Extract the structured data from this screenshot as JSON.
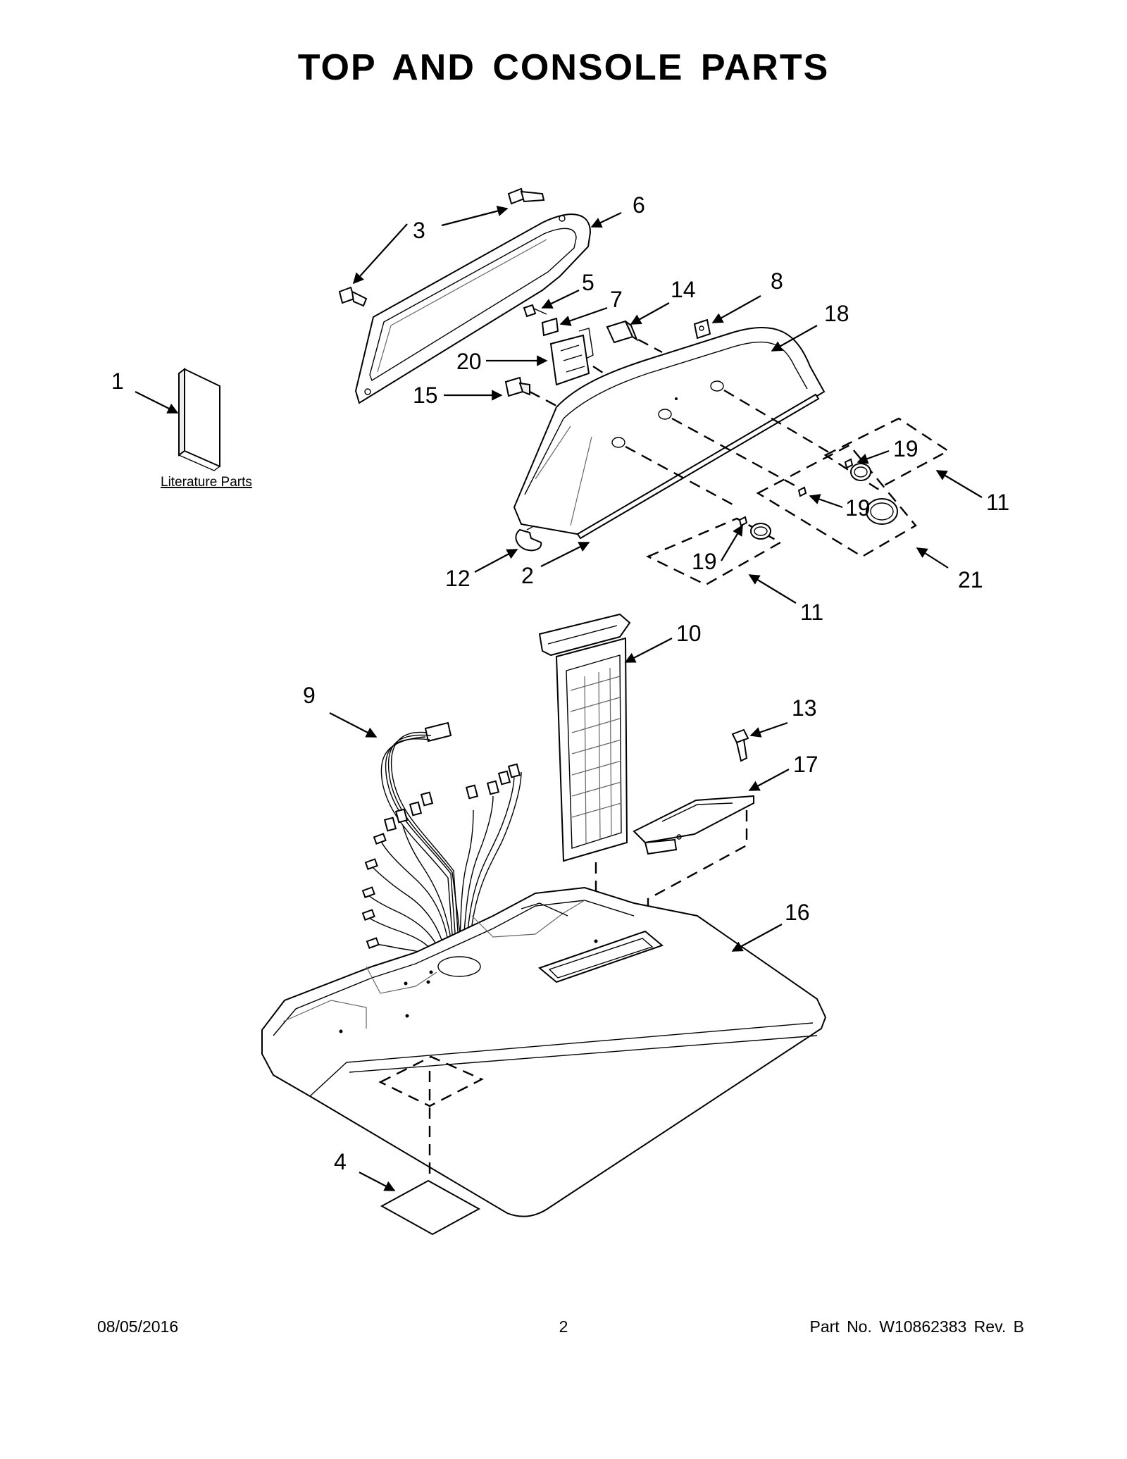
{
  "header": {
    "title": "TOP AND CONSOLE PARTS"
  },
  "literature": {
    "label": "Literature Parts"
  },
  "callouts": {
    "c1": "1",
    "c2": "2",
    "c3": "3",
    "c4": "4",
    "c5": "5",
    "c6": "6",
    "c7": "7",
    "c8": "8",
    "c9": "9",
    "c10": "10",
    "c11a": "11",
    "c11b": "11",
    "c12": "12",
    "c13": "13",
    "c14": "14",
    "c15": "15",
    "c16": "16",
    "c17": "17",
    "c18": "18",
    "c19a": "19",
    "c19b": "19",
    "c19c": "19",
    "c20": "20",
    "c21": "21"
  },
  "footer": {
    "date": "08/05/2016",
    "page": "2",
    "part_no": "Part No.  W10862383  Rev.  B"
  }
}
